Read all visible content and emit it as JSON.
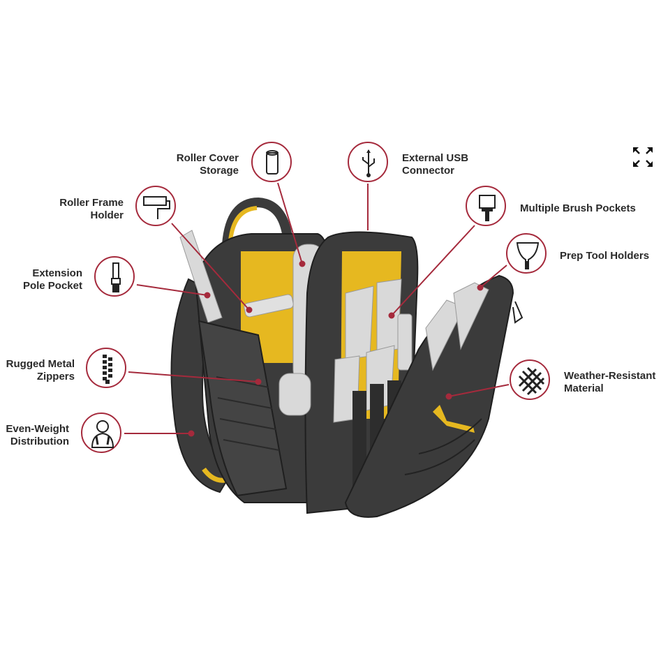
{
  "features": [
    {
      "id": "roller-cover",
      "label_lines": [
        "Roller Cover",
        "Storage"
      ],
      "icon": "roller-cover-icon"
    },
    {
      "id": "usb",
      "label_lines": [
        "External USB",
        "Connector"
      ],
      "icon": "usb-icon"
    },
    {
      "id": "roller-frame",
      "label_lines": [
        "Roller Frame",
        "Holder"
      ],
      "icon": "paint-roller-icon"
    },
    {
      "id": "brush",
      "label_lines": [
        "Multiple Brush Pockets"
      ],
      "icon": "paint-brush-icon"
    },
    {
      "id": "extension",
      "label_lines": [
        "Extension",
        "Pole Pocket"
      ],
      "icon": "extension-pole-icon"
    },
    {
      "id": "prep",
      "label_lines": [
        "Prep Tool Holders"
      ],
      "icon": "putty-knife-icon"
    },
    {
      "id": "zippers",
      "label_lines": [
        "Rugged Metal",
        "Zippers"
      ],
      "icon": "zipper-icon"
    },
    {
      "id": "weather",
      "label_lines": [
        "Weather-Resistant",
        "Material"
      ],
      "icon": "woven-fabric-icon"
    },
    {
      "id": "weight",
      "label_lines": [
        "Even-Weight",
        "Distribution"
      ],
      "icon": "person-backpack-icon"
    }
  ],
  "colors": {
    "accent": "#a52a3c",
    "bag": "#3b3b3b",
    "yellow": "#e6b820",
    "tool": "#d9d9d9",
    "text": "#2a2a2a"
  },
  "controls": {
    "expand": "expand-icon"
  }
}
